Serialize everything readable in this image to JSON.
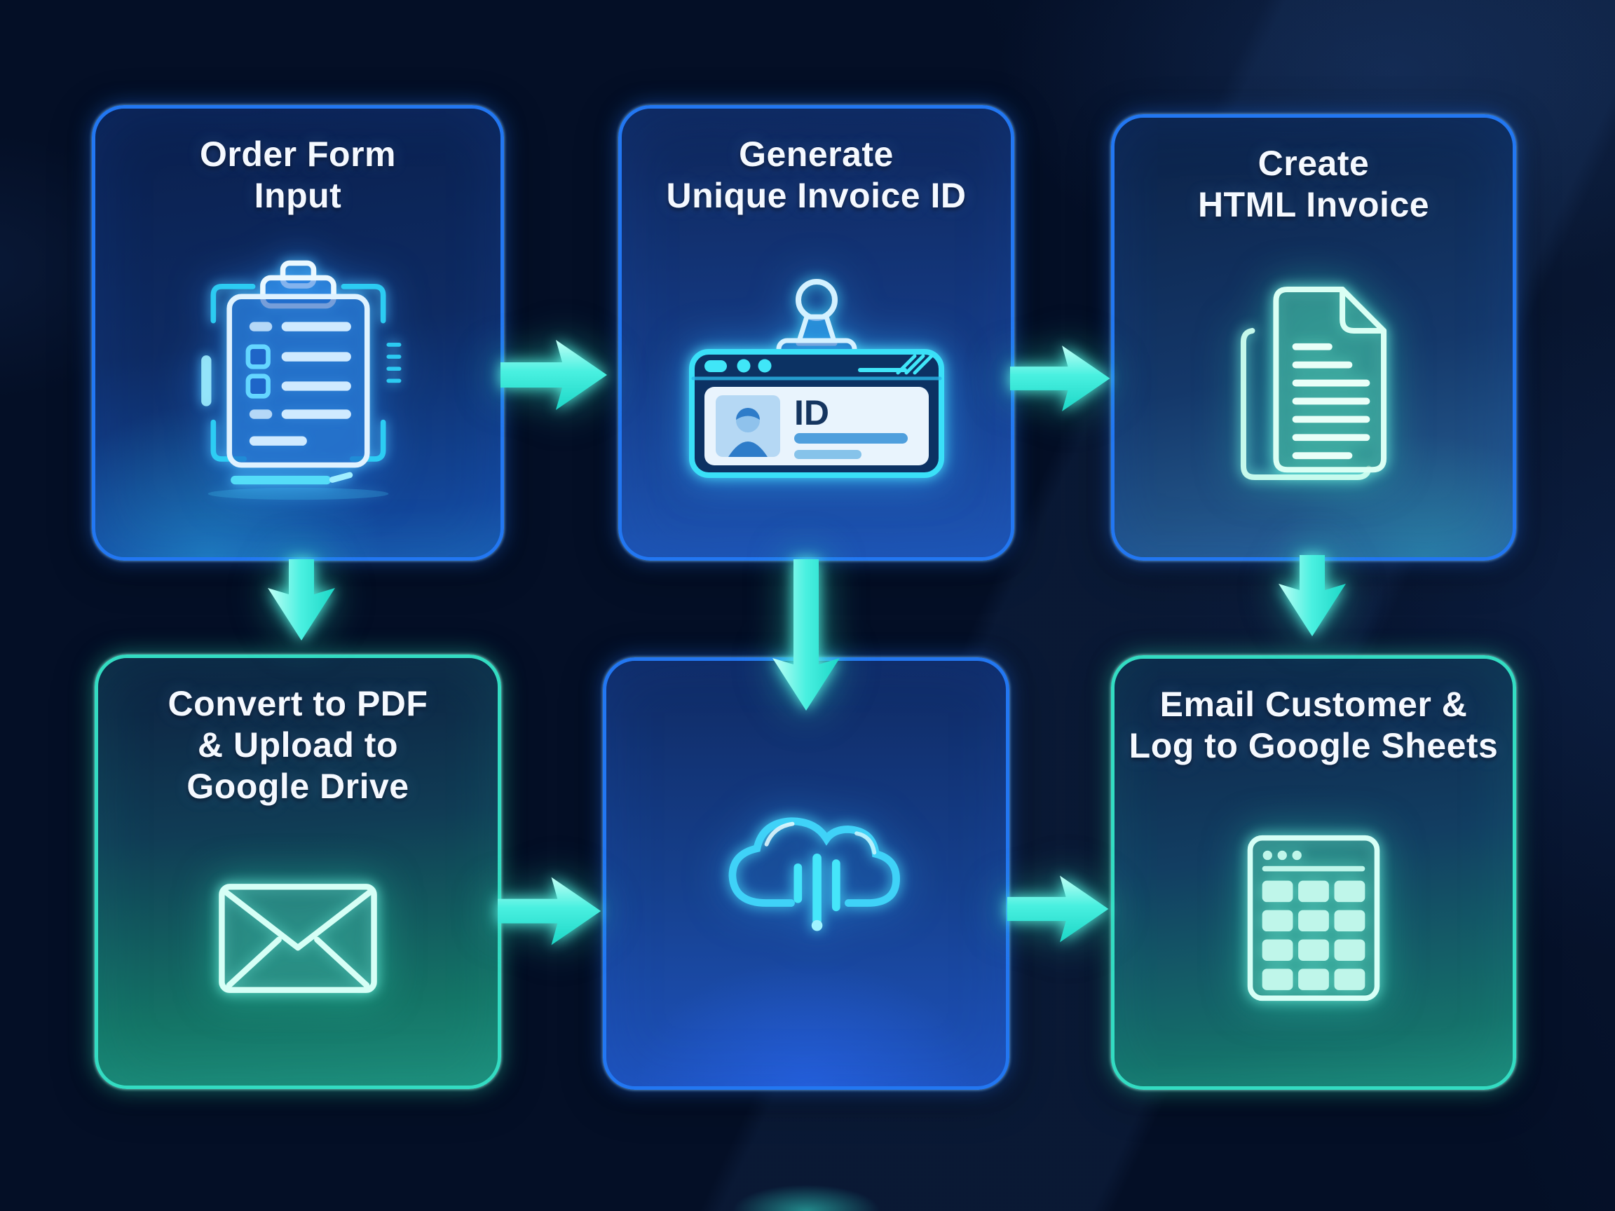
{
  "diagram": {
    "background_color": "#040f26",
    "arrow_color": "#35ecd9",
    "node_border_blue": "#2277f2",
    "node_border_teal": "#33dcc2",
    "title_text_color": "#f5f9ff",
    "nodes": [
      {
        "id": "order-form-input",
        "icon": "clipboard-checklist-icon",
        "border": "blue",
        "title": [
          "Order Form",
          "Input"
        ]
      },
      {
        "id": "generate-unique-invoice-id",
        "icon": "id-badge-icon",
        "border": "blue",
        "title": [
          "Generate",
          "Unique Invoice ID"
        ],
        "badge_text": "ID"
      },
      {
        "id": "create-html-invoice",
        "icon": "document-pages-icon",
        "border": "blue",
        "title": [
          "Create",
          "HTML Invoice"
        ]
      },
      {
        "id": "convert-pdf-upload-drive",
        "icon": "envelope-icon",
        "border": "teal",
        "title": [
          "Convert to PDF",
          "& Upload to",
          "Google Drive"
        ]
      },
      {
        "id": "cloud-upload",
        "icon": "cloud-upload-icon",
        "border": "blue",
        "title": []
      },
      {
        "id": "email-customer-log-sheets",
        "icon": "spreadsheet-grid-icon",
        "border": "teal",
        "title": [
          "Email Customer &",
          "Log to Google Sheets"
        ]
      }
    ],
    "edges": [
      {
        "from": "order-form-input",
        "to": "generate-unique-invoice-id",
        "direction": "right"
      },
      {
        "from": "generate-unique-invoice-id",
        "to": "create-html-invoice",
        "direction": "right"
      },
      {
        "from": "order-form-input",
        "to": "convert-pdf-upload-drive",
        "direction": "down"
      },
      {
        "from": "generate-unique-invoice-id",
        "to": "cloud-upload",
        "direction": "down"
      },
      {
        "from": "create-html-invoice",
        "to": "email-customer-log-sheets",
        "direction": "down"
      },
      {
        "from": "convert-pdf-upload-drive",
        "to": "cloud-upload",
        "direction": "right"
      },
      {
        "from": "cloud-upload",
        "to": "email-customer-log-sheets",
        "direction": "right"
      }
    ]
  }
}
